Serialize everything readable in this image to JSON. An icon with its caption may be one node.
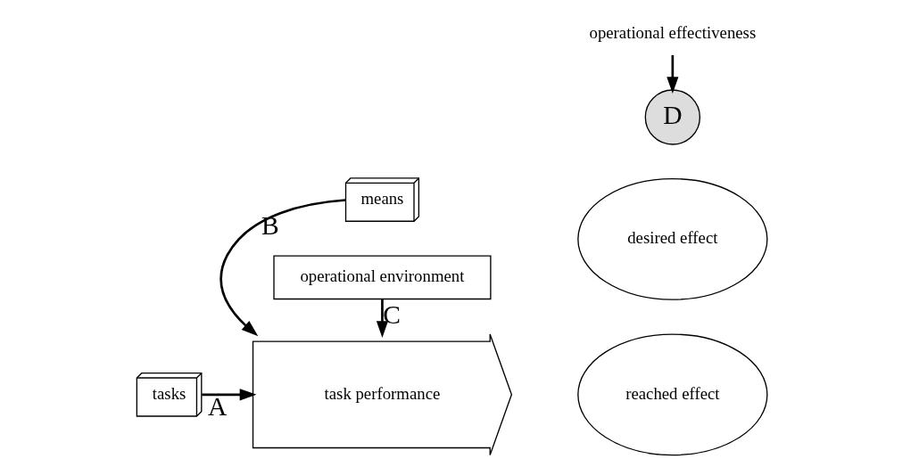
{
  "diagram": {
    "nodes": [
      {
        "text": [
          "tasks"
        ]
      },
      {
        "text": [
          "means"
        ]
      },
      {
        "text": [
          "task performance"
        ]
      },
      {
        "text": [
          "operational environment"
        ]
      },
      {
        "text": [
          "reached effect"
        ]
      },
      {
        "text": [
          "desired effect"
        ]
      },
      {
        "text": [
          "D"
        ]
      },
      {
        "text": [
          "operational effectiveness"
        ]
      }
    ],
    "edges": [
      {
        "from": 0,
        "to": 2,
        "arrow": "to",
        "label": "A"
      },
      {
        "from": 1,
        "to": 2,
        "arrow": "to",
        "label": "B"
      },
      {
        "from": 3,
        "to": 2,
        "arrow": "to",
        "label": "C"
      },
      {
        "from": 7,
        "to": 6,
        "arrow": "to"
      }
    ]
  }
}
